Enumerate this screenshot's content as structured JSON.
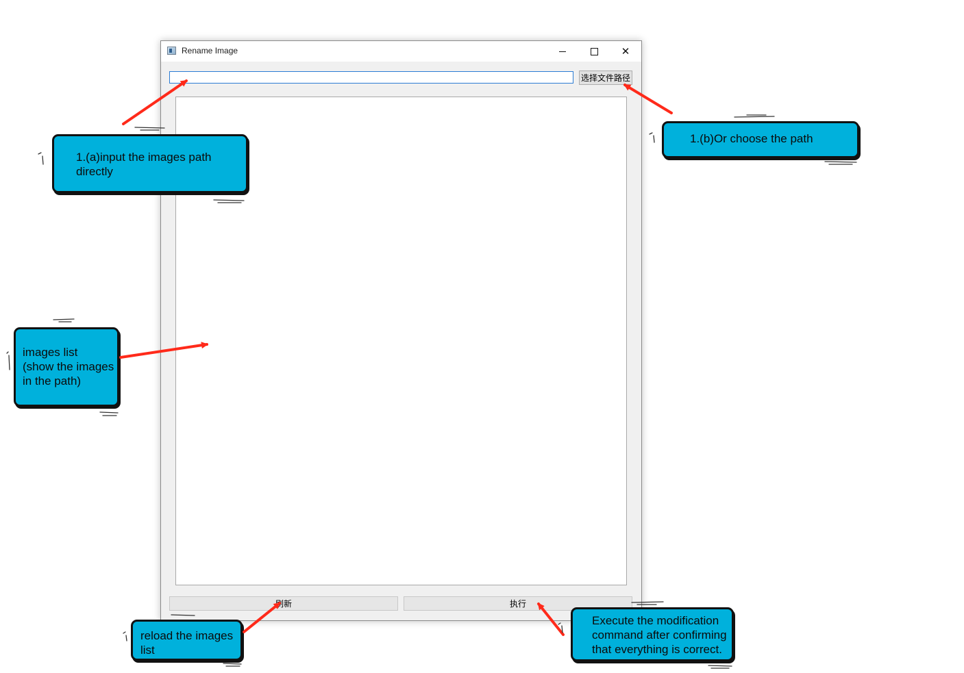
{
  "window": {
    "title": "Rename Image",
    "choose_path_button": "选择文件路径",
    "path_input_value": "",
    "refresh_button": "刷新",
    "execute_button": "执行"
  },
  "annotations": {
    "input_path": [
      "1.(a)input the images path",
      "directly"
    ],
    "choose_path": [
      "1.(b)Or choose the path"
    ],
    "images_list": [
      "images list",
      "(show the images",
      "in the path)"
    ],
    "reload": [
      "reload the images",
      "list"
    ],
    "execute": [
      "Execute the modification",
      "command after confirming",
      "that everything is correct."
    ]
  },
  "colors": {
    "callout_fill": "#00b1dc",
    "arrow": "#ff2a1a",
    "input_focus": "#2a7bd4"
  },
  "icons": {
    "app": "app-window-icon",
    "minimize": "minimize-icon",
    "maximize": "maximize-icon",
    "close": "close-icon"
  }
}
